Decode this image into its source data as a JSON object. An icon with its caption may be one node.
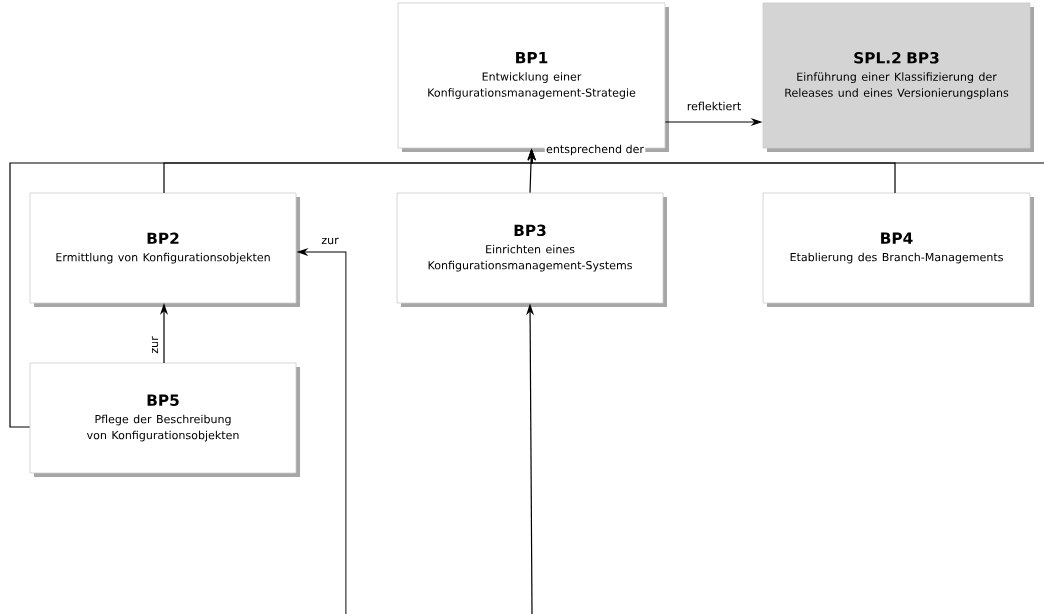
{
  "diagram": {
    "nodes": [
      {
        "text": [
          "BP1",
          "Entwicklung einer Konfigurationsmanagement-Strategie"
        ]
      },
      {
        "text": [
          "SPL.2 BP3",
          "Einführung einer Klassifizierung der Releases und eines Versionierungsplans"
        ]
      },
      {
        "text": [
          "BP2",
          "Ermittlung von Konfigurationsobjekten"
        ]
      },
      {
        "text": [
          "BP3",
          "Einrichten eines Konfigurationsmanagement-Systems"
        ]
      },
      {
        "text": [
          "BP4",
          "Etablierung des Branch-Managements"
        ]
      },
      {
        "text": [
          "BP5",
          "Pflege der Beschreibung von Konfigurationsobjekten"
        ]
      }
    ],
    "edges": [
      {
        "from": 0,
        "to": 1,
        "arrow": "to",
        "label": "reflektiert"
      },
      {
        "from": 3,
        "to": 0,
        "arrow": "to",
        "label": "entsprechend der"
      },
      {
        "from": 2,
        "to": 0,
        "arrow": "to"
      },
      {
        "from": 4,
        "to": 0,
        "arrow": "to"
      },
      {
        "from": 5,
        "to": 0,
        "arrow": "to"
      },
      {
        "from": null,
        "to": 0,
        "arrow": "to"
      },
      {
        "from": 5,
        "to": 2,
        "arrow": "to",
        "label": "zur"
      },
      {
        "from": null,
        "to": 2,
        "arrow": "to",
        "label": "zur"
      },
      {
        "from": null,
        "to": 3,
        "arrow": "to"
      }
    ]
  }
}
